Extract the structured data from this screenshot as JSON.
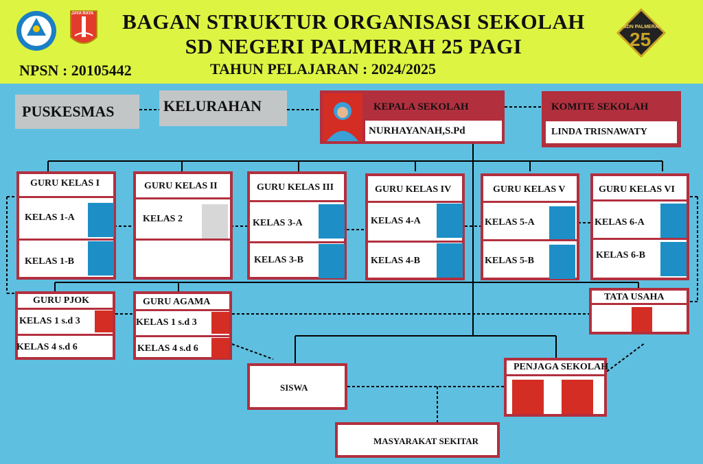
{
  "header": {
    "title_line1": "BAGAN STRUKTUR ORGANISASI SEKOLAH",
    "title_line2": "SD NEGERI PALMERAH 25 PAGI",
    "npsn": "NPSN : 20105442",
    "tahun": "TAHUN PELAJARAN : 2024/2025",
    "jaya_raya_logo_text": "JAYA RAYA",
    "anniversary_logo_text": "SDN PALMERAH",
    "anniversary_logo_number": "25"
  },
  "external": {
    "puskesmas": "PUSKESMAS",
    "kelurahan": "KELURAHAN"
  },
  "kepala": {
    "title": "KEPALA SEKOLAH",
    "name": "NURHAYANAH,S.Pd"
  },
  "komite": {
    "title": "KOMITE SEKOLAH",
    "name": "LINDA TRISNAWATY"
  },
  "guru_kelas": [
    {
      "title": "GURU KELAS I",
      "rows": [
        "KELAS 1-A",
        "KELAS 1-B"
      ]
    },
    {
      "title": "GURU KELAS II",
      "rows": [
        "KELAS 2"
      ]
    },
    {
      "title": "GURU KELAS III",
      "rows": [
        "KELAS 3-A",
        "KELAS 3-B"
      ]
    },
    {
      "title": "GURU KELAS IV",
      "rows": [
        "KELAS 4-A",
        "KELAS 4-B"
      ]
    },
    {
      "title": "GURU KELAS V",
      "rows": [
        "KELAS 5-A",
        "KELAS 5-B"
      ]
    },
    {
      "title": "GURU KELAS VI",
      "rows": [
        "KELAS 6-A",
        "KELAS 6-B"
      ]
    }
  ],
  "pjok": {
    "title": "GURU PJOK",
    "rows": [
      "KELAS 1 s.d 3",
      "KELAS 4 s.d 6"
    ]
  },
  "agama": {
    "title": "GURU AGAMA",
    "rows": [
      "KELAS 1 s.d 3",
      "KELAS 4 s.d 6"
    ]
  },
  "tata_usaha": {
    "title": "TATA USAHA"
  },
  "penjaga": {
    "title": "PENJAGA SEKOLAH"
  },
  "siswa": {
    "title": "SISWA"
  },
  "masyarakat": {
    "title": "MASYARAKAT SEKITAR"
  },
  "colors": {
    "background": "#5fbfe0",
    "header": "#ddf542",
    "border": "#b22f3e",
    "gray_box": "#c3c6c7"
  }
}
